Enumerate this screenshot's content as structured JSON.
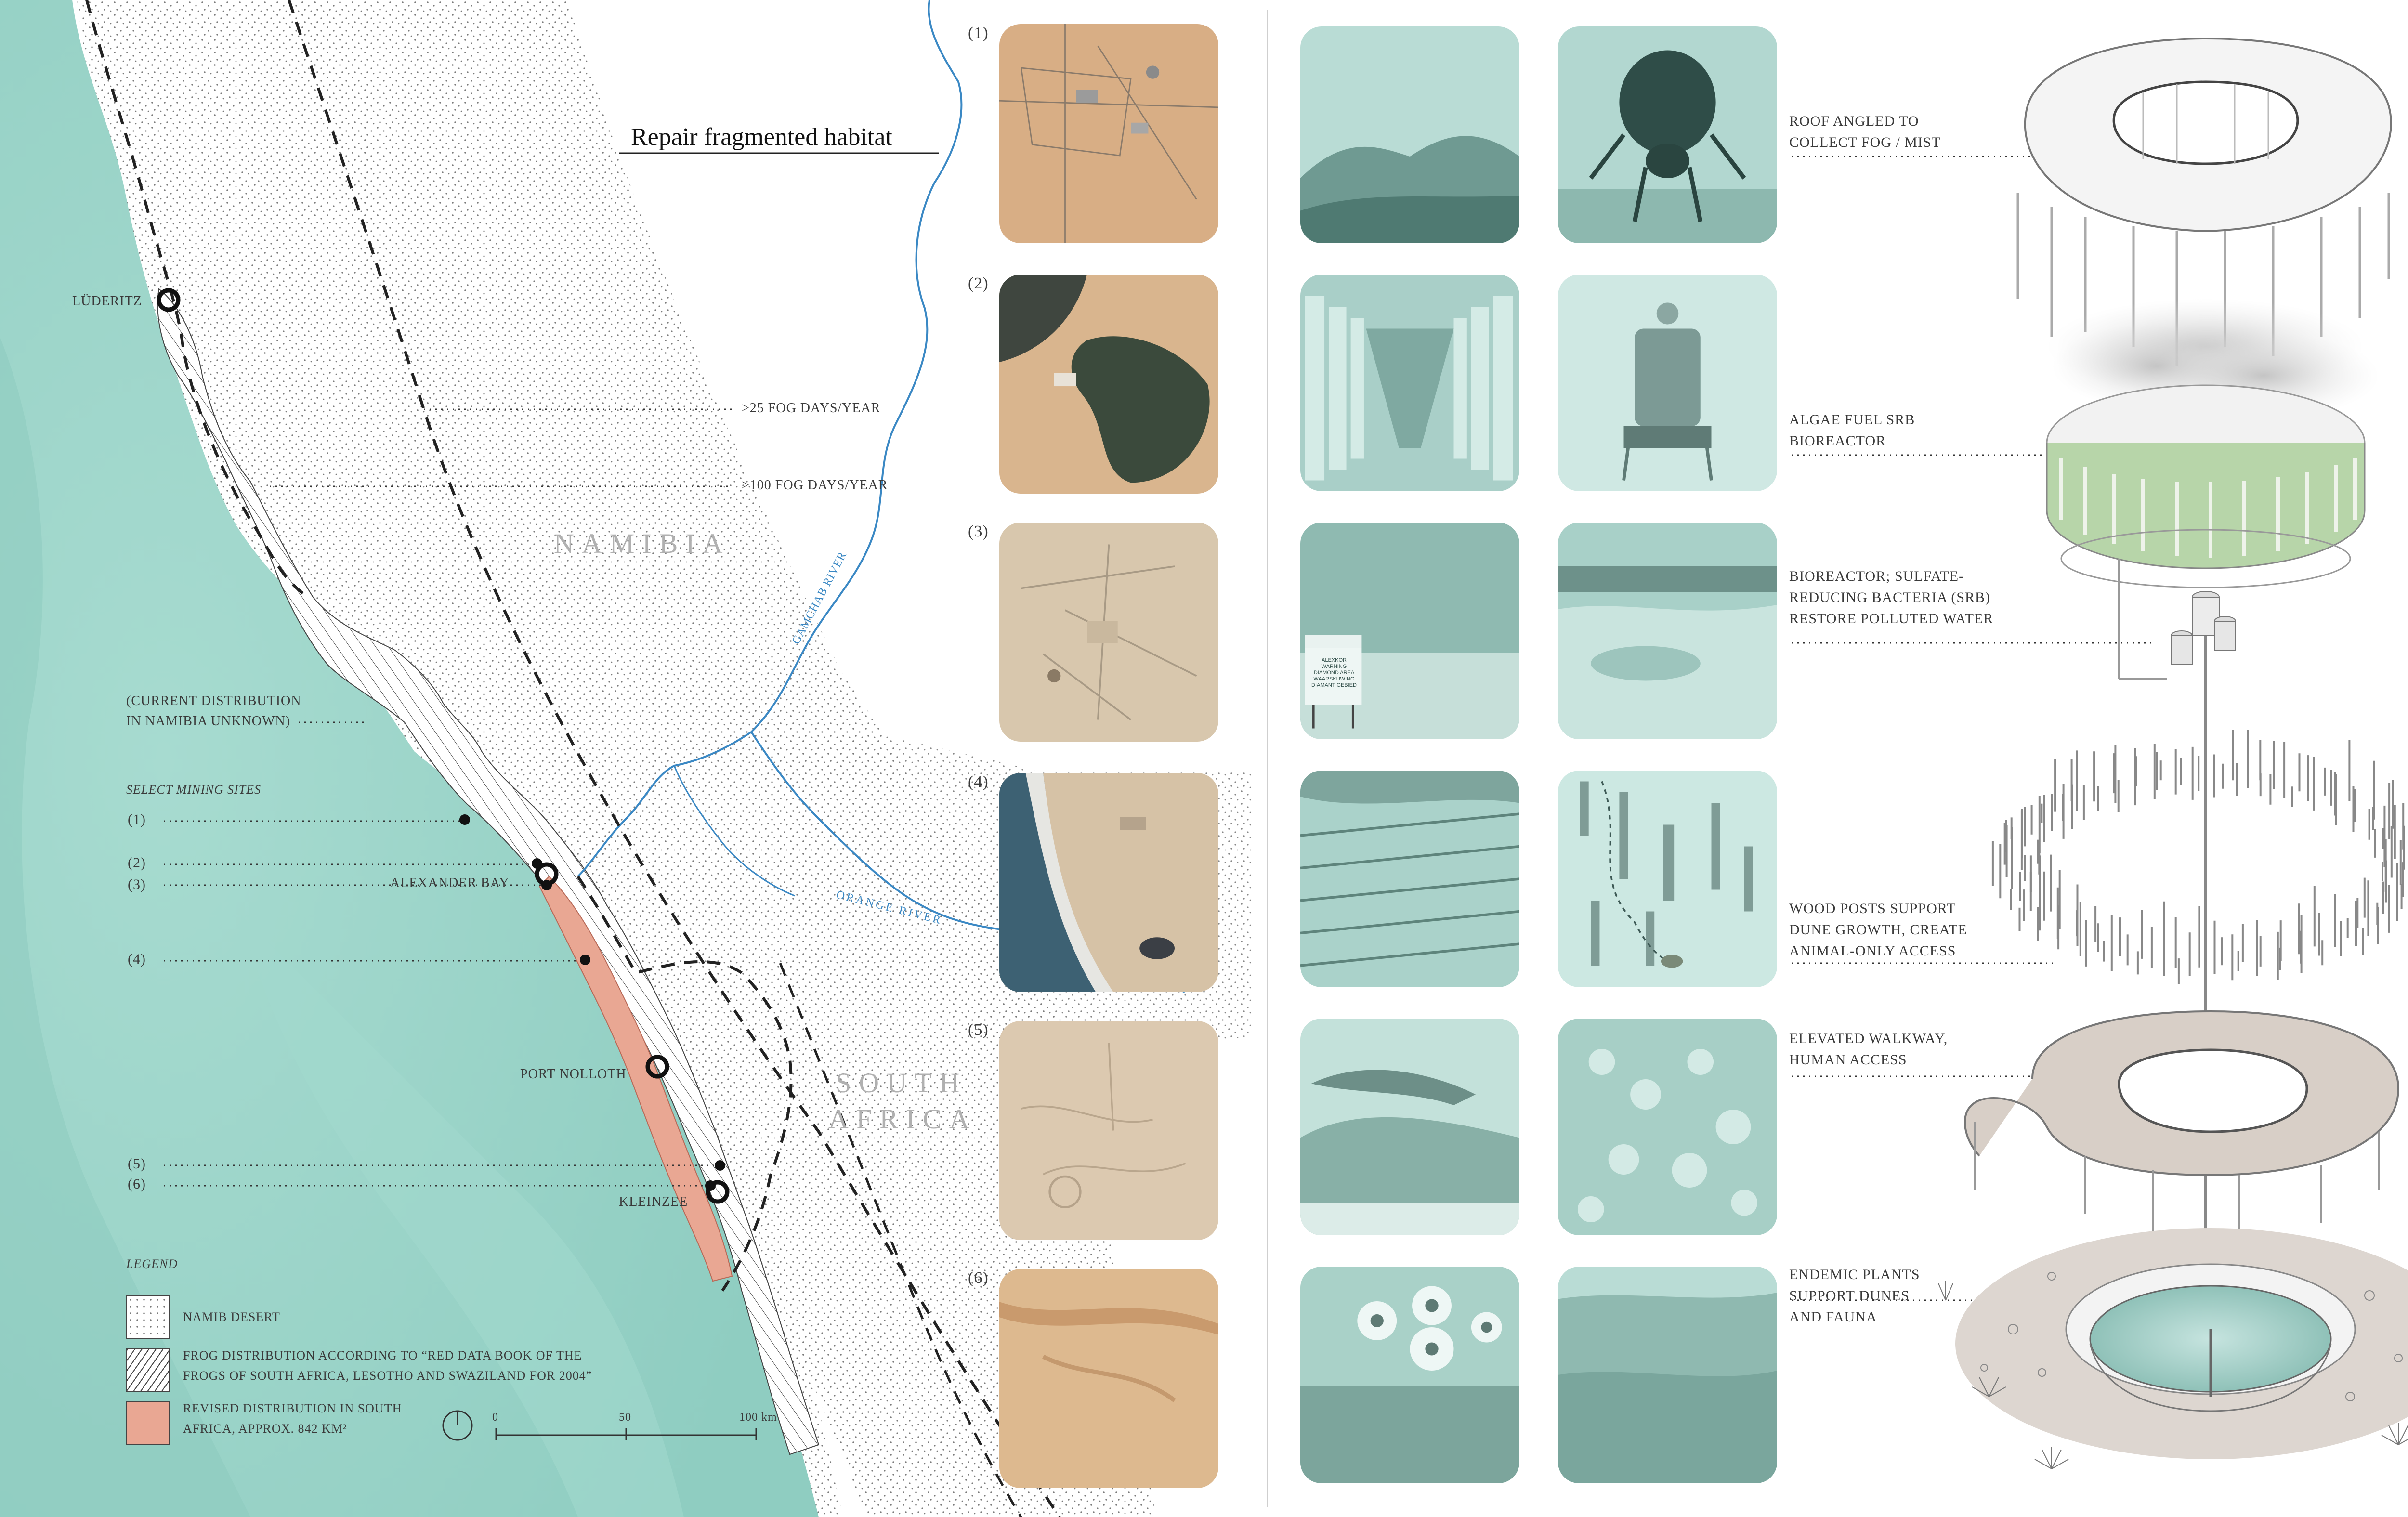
{
  "map": {
    "title": "Repair fragmented habitat",
    "country_namibia": "NAMIBIA",
    "country_south_africa": [
      "SOUTH",
      "AFRICA"
    ],
    "towns": {
      "luderitz": "LÜDERITZ",
      "alexander_bay": "ALEXANDER BAY",
      "port_nolloth": "PORT NOLLOTH",
      "kleinzee": "KLEINZEE"
    },
    "rivers": {
      "gaseb": "GAMCHAB RIVER",
      "orange": "ORANGE RIVER"
    },
    "fog_25": ">25 FOG DAYS/YEAR",
    "fog_100": ">100 FOG DAYS/YEAR",
    "current_distribution": [
      "(CURRENT DISTRIBUTION",
      "IN NAMIBIA UNKNOWN)"
    ],
    "select_mining_sites": "SELECT MINING SITES",
    "site_labels": [
      "(1)",
      "(2)",
      "(3)",
      "(4)",
      "(5)",
      "(6)"
    ],
    "legend": {
      "title": "LEGEND",
      "items": [
        {
          "label": [
            "NAMIB DESERT"
          ]
        },
        {
          "label": [
            "FROG DISTRIBUTION ACCORDING TO “RED DATA BOOK OF THE",
            "FROGS OF SOUTH AFRICA, LESOTHO AND SWAZILAND FOR 2004”"
          ]
        },
        {
          "label": [
            "REVISED DISTRIBUTION IN SOUTH",
            "AFRICA, APPROX. 842 KM²"
          ]
        }
      ],
      "revised_color": "#e9a793"
    },
    "scale": {
      "ticks": [
        "0",
        "50",
        "100 km"
      ]
    }
  },
  "sat_labels": [
    "(1)",
    "(2)",
    "(3)",
    "(4)",
    "(5)",
    "(6)"
  ],
  "axo_labels": [
    [
      "ROOF ANGLED TO",
      "COLLECT FOG / MIST"
    ],
    [
      "ALGAE FUEL SRB",
      "BIOREACTOR"
    ],
    [
      "BIOREACTOR; SULFATE-",
      "REDUCING BACTERIA (SRB)",
      "RESTORE POLLUTED WATER"
    ],
    [
      "WOOD POSTS SUPPORT",
      "DUNE GROWTH, CREATE",
      "ANIMAL-ONLY ACCESS"
    ],
    [
      "ELEVATED WALKWAY,",
      "HUMAN ACCESS"
    ],
    [
      "ENDEMIC PLANTS",
      "SUPPORT DUNES",
      "AND FAUNA"
    ]
  ],
  "sign_text": [
    "ALEXKOR",
    "WARNING",
    "DIAMOND AREA",
    "WAARSKUWING",
    "DIAMANT GEBIED"
  ],
  "colors": {
    "ocean": "#9fd6cb",
    "teal": "#b8ddd6",
    "sand": "#d4ae8a",
    "river": "#3a88c4"
  }
}
